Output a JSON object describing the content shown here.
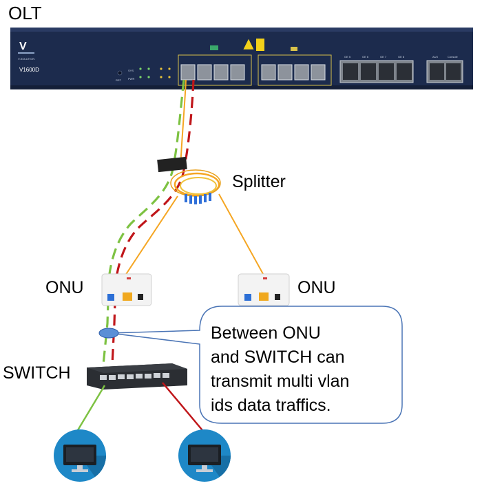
{
  "labels": {
    "olt": "OLT",
    "splitter": "Splitter",
    "onu_left": "ONU",
    "onu_right": "ONU",
    "switch": "SWITCH"
  },
  "olt_device": {
    "brand": "V-SOLUTION",
    "model": "V1600D",
    "uplink_ports": [
      "GE 5",
      "GE 6",
      "GE 7",
      "GE 8"
    ],
    "mgmt_ports": [
      "AUX",
      "Console"
    ],
    "status_leds": [
      "SYS",
      "PWR"
    ],
    "reset_label": "RST"
  },
  "callout": {
    "lines": [
      "Between ONU",
      "and SWITCH can",
      "transmit multi vlan",
      "ids data traffics."
    ]
  },
  "colors": {
    "fiber": "#f5a623",
    "vlan_green": "#7dc242",
    "vlan_red": "#c0161a",
    "callout_border": "#4a74b5",
    "monitor": "#1e88c7",
    "olt_body": "#1c2b4d"
  },
  "icons": [
    "monitor-icon",
    "monitor-icon"
  ]
}
